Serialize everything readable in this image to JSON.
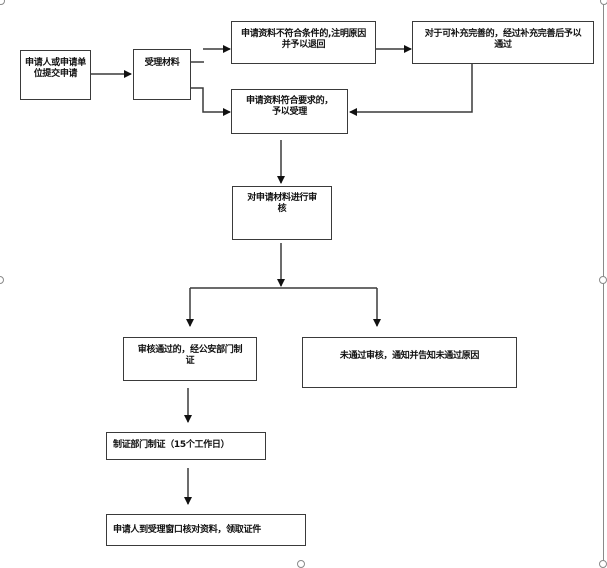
{
  "diagram": {
    "type": "flowchart",
    "nodes": {
      "submit": "申请人或申请单位提交申请",
      "accept": "受理材料",
      "reject": "申请资料不符合条件的,注明原因并予以退回",
      "supplement": "对于可补充完善的，经过补充完善后予以通过",
      "accepted": "申请资料符合要求的，予以受理",
      "review": "对申请材料进行审核",
      "approved": "审核通过的，经公安部门制证",
      "denied": "未通过审核，通知并告知未通过原因",
      "produce": "制证部门制证（15个工作日）",
      "collect": "申请人到受理窗口核对资料，领取证件"
    },
    "edges": [
      [
        "submit",
        "accept"
      ],
      [
        "accept",
        "reject"
      ],
      [
        "accept",
        "accepted"
      ],
      [
        "reject",
        "supplement"
      ],
      [
        "supplement",
        "accepted"
      ],
      [
        "accepted",
        "review"
      ],
      [
        "review",
        "approved"
      ],
      [
        "review",
        "denied"
      ],
      [
        "approved",
        "produce"
      ],
      [
        "produce",
        "collect"
      ]
    ],
    "colors": {
      "stroke": "#3a3a3a",
      "frame": "#8a8a8a"
    }
  }
}
